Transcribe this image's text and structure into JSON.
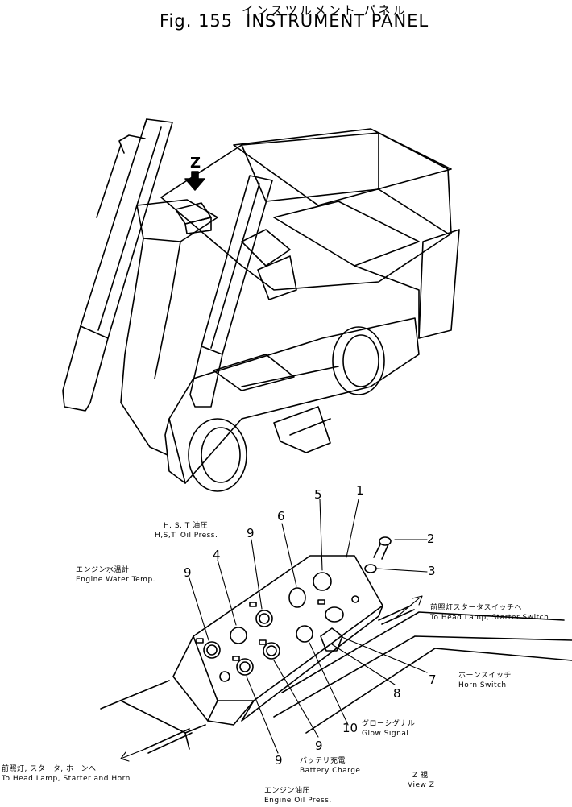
{
  "title": {
    "fig": "Fig. 155",
    "jp": "インスツルメント パネル",
    "en": "INSTRUMENT PANEL"
  },
  "view_marker": "Z",
  "labels": {
    "hst_jp": "H. S. T 油圧",
    "hst_en": "H,S,T. Oil Press.",
    "water_jp": "エンジン水温計",
    "water_en": "Engine Water Temp.",
    "head_right_jp": "前照灯スタータスイッチへ",
    "head_right_en": "To Head Lamp, Starter Switch",
    "horn_jp": "ホーンスイッチ",
    "horn_en": "Horn Switch",
    "glow_jp": "グローシグナル",
    "glow_en": "Glow Signal",
    "battery_jp": "バッテリ充電",
    "battery_en": "Battery Charge",
    "oil_jp": "エンジン油圧",
    "oil_en": "Engine Oil Press.",
    "head_left_jp": "前照灯, スタータ, ホーンへ",
    "head_left_en": "To Head Lamp, Starter and Horn",
    "view_jp": "Z 視",
    "view_en": "View Z"
  },
  "callouts": {
    "c1": "1",
    "c2": "2",
    "c3": "3",
    "c4": "4",
    "c5": "5",
    "c6": "6",
    "c7": "7",
    "c8": "8",
    "c9a": "9",
    "c9b": "9",
    "c9c": "9",
    "c9d": "9",
    "c10": "10"
  }
}
